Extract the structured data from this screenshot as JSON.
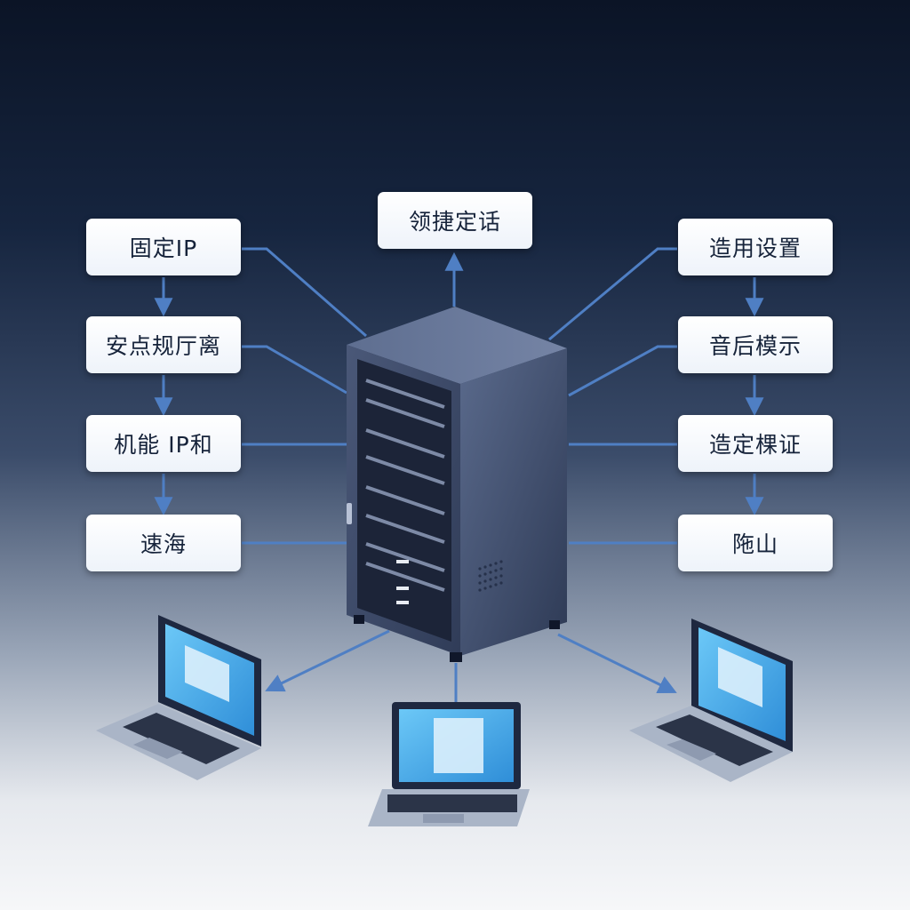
{
  "colors": {
    "connector": "#4f7fc4",
    "box_fill": "#f4f7fb",
    "box_text": "#16233a",
    "server_body": "#3c4a6a",
    "screen": "#4fb3ee"
  },
  "top_node": {
    "label": "领捷定话"
  },
  "left_nodes": [
    {
      "label": "固定IP"
    },
    {
      "label": "安点规厅离"
    },
    {
      "label": "机能 IP和"
    },
    {
      "label": "速海"
    }
  ],
  "right_nodes": [
    {
      "label": "造用设置"
    },
    {
      "label": "音后模示"
    },
    {
      "label": "造定棵证"
    },
    {
      "label": "陁山"
    }
  ],
  "center": {
    "icon": "server-rack-icon"
  },
  "clients": [
    {
      "icon": "laptop-icon"
    },
    {
      "icon": "laptop-icon"
    },
    {
      "icon": "laptop-icon"
    }
  ]
}
